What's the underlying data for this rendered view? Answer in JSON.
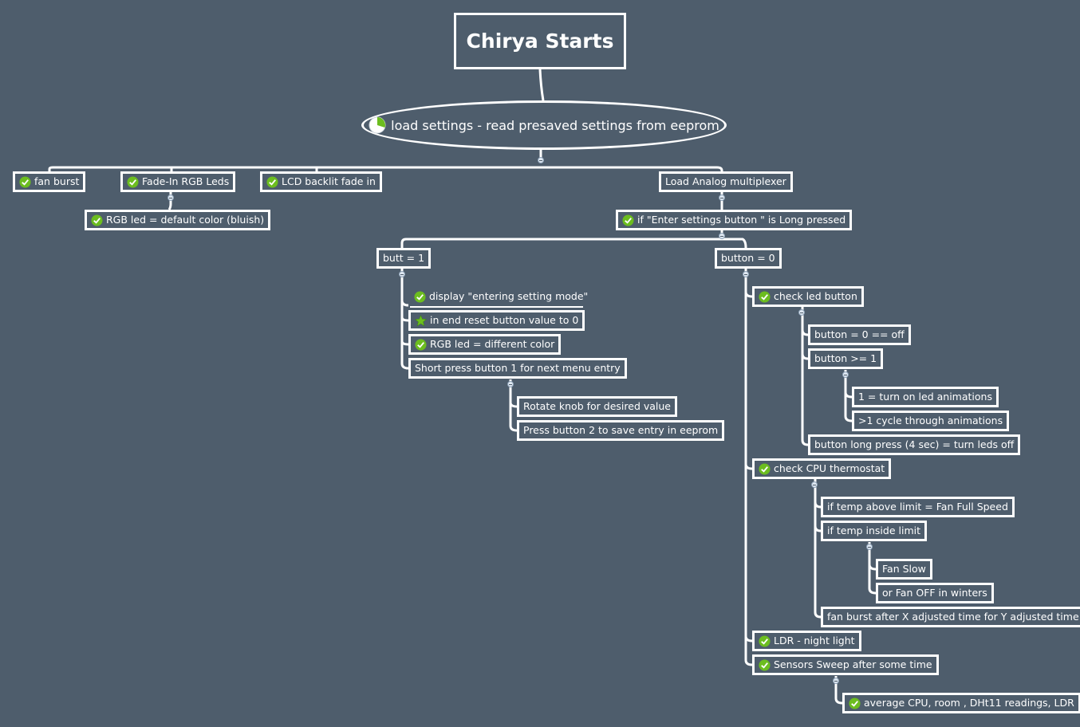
{
  "root": {
    "title": "Chirya Starts"
  },
  "main": {
    "text": "load settings - read presaved settings from eeprom",
    "icon": "progress-pie-icon"
  },
  "nodes": {
    "fan_burst": "fan burst",
    "fade_in_rgb": "Fade-In RGB Leds",
    "rgb_default": "RGB led = default color (bluish)",
    "lcd_backlit": "LCD backlit fade in",
    "load_analog": "Load Analog multiplexer",
    "if_enter_settings": "if \"Enter settings button \" is Long pressed",
    "butt_1": "butt = 1",
    "display_entering": "display \"entering setting mode\"",
    "in_end_reset": "in end reset button value to 0",
    "rgb_different": "RGB led = different color",
    "short_press": "Short press button 1 for next menu entry",
    "rotate_knob": "Rotate knob for desired value",
    "press_button2": "Press button 2 to save entry in eeprom",
    "button_0": "button = 0",
    "check_led": "check led button",
    "button_eq_off": "button = 0 == off",
    "button_ge_1": "button  >= 1",
    "turn_on_anim": "1 = turn on led animations",
    "cycle_anim": ">1  cycle through animations",
    "long_press_off": "button long press (4 sec) = turn leds off",
    "check_cpu": "check CPU thermostat",
    "temp_above": "if temp above limit = Fan Full Speed",
    "temp_inside": "if temp inside limit",
    "fan_slow": "Fan Slow",
    "fan_off_winters": "or Fan OFF in winters",
    "fan_burst_after": "fan burst after X adjusted time for Y adjusted time",
    "ldr_night": "LDR - night light",
    "sensors_sweep": "Sensors Sweep after some time",
    "average_cpu": "average CPU, room , DHt11 readings, LDR"
  },
  "icons": {
    "check": "check-icon",
    "star": "star-icon"
  },
  "colors": {
    "background": "#4e5d6c",
    "lines": "#ffffff",
    "check_green": "#6cbd1f"
  }
}
